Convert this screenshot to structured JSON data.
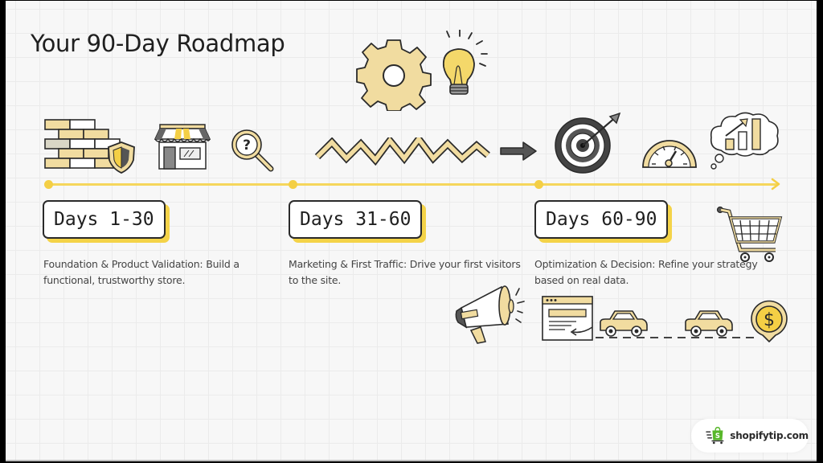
{
  "title": "Your 90-Day Roadmap",
  "colors": {
    "accent_yellow": "#f4cf45",
    "fill_tan": "#f1dca0",
    "ink": "#2a2a2a",
    "background": "#f7f7f7",
    "grid": "#ebebeb"
  },
  "phases": [
    {
      "label": "Days 1-30",
      "description": "Foundation & Product Validation: Build a functional, trustworthy store.",
      "icons": [
        "brick-wall-icon",
        "shield-icon",
        "storefront-icon",
        "magnifier-question-icon"
      ]
    },
    {
      "label": "Days 31-60",
      "description": "Marketing & First Traffic: Drive your first visitors to the site.",
      "icons": [
        "gear-icon",
        "lightbulb-icon",
        "zigzag-icon",
        "arrow-right-icon",
        "megaphone-icon"
      ]
    },
    {
      "label": "Days 60-90",
      "description": "Optimization & Decision: Refine your strategy based on real data.",
      "icons": [
        "target-icon",
        "speedometer-icon",
        "growth-chart-cloud-icon",
        "shopping-cart-icon",
        "webpage-icon",
        "car-icon",
        "dollar-pin-icon"
      ]
    }
  ],
  "watermark": {
    "text": "shopifytip.com",
    "icon": "shopping-bag-cart-icon"
  }
}
